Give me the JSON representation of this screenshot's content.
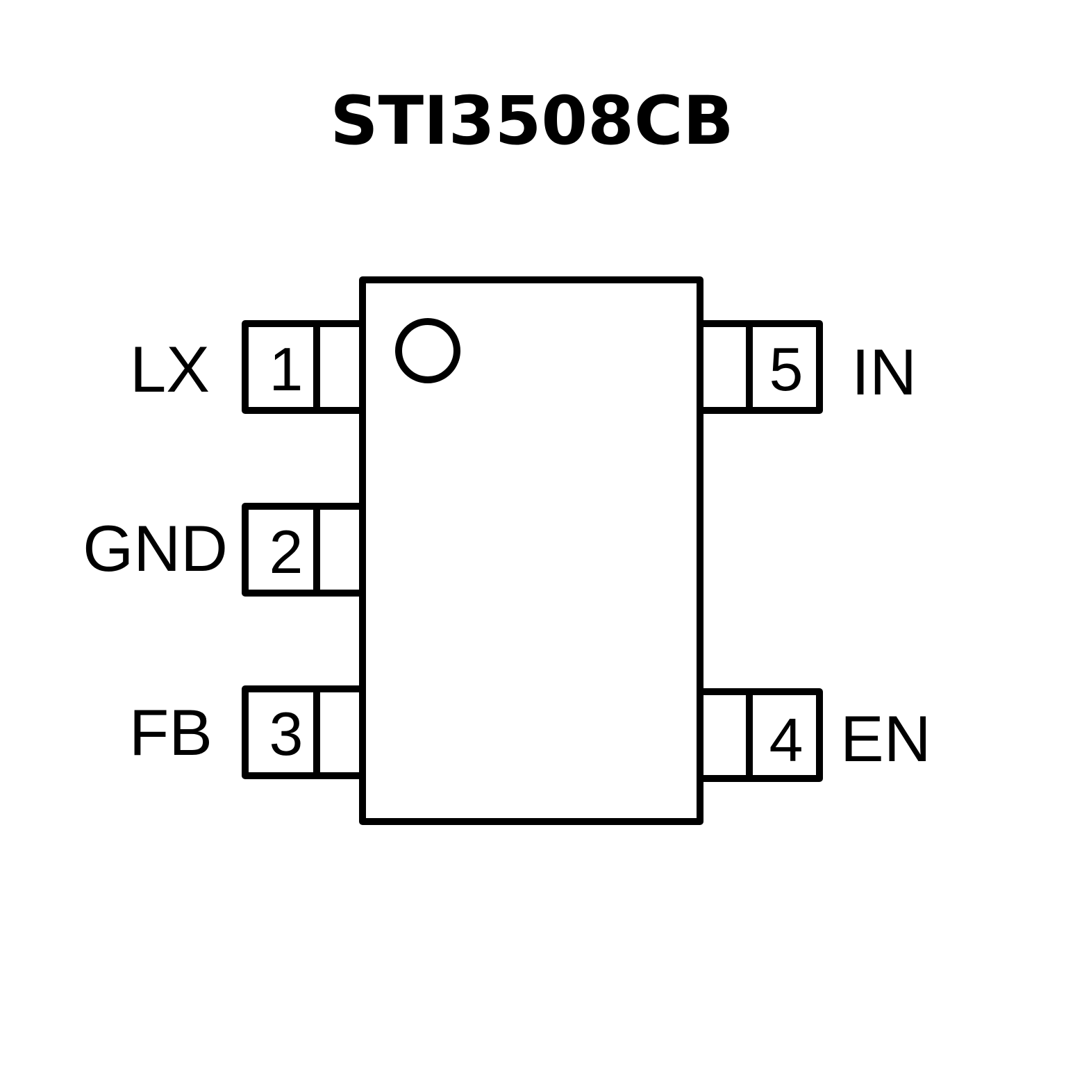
{
  "title": "STI3508CB",
  "pins": {
    "p1": {
      "number": "1",
      "name": "LX"
    },
    "p2": {
      "number": "2",
      "name": "GND"
    },
    "p3": {
      "number": "3",
      "name": "FB"
    },
    "p4": {
      "number": "4",
      "name": "EN"
    },
    "p5": {
      "number": "5",
      "name": "IN"
    }
  },
  "colors": {
    "stroke": "#000000",
    "background": "#ffffff"
  }
}
